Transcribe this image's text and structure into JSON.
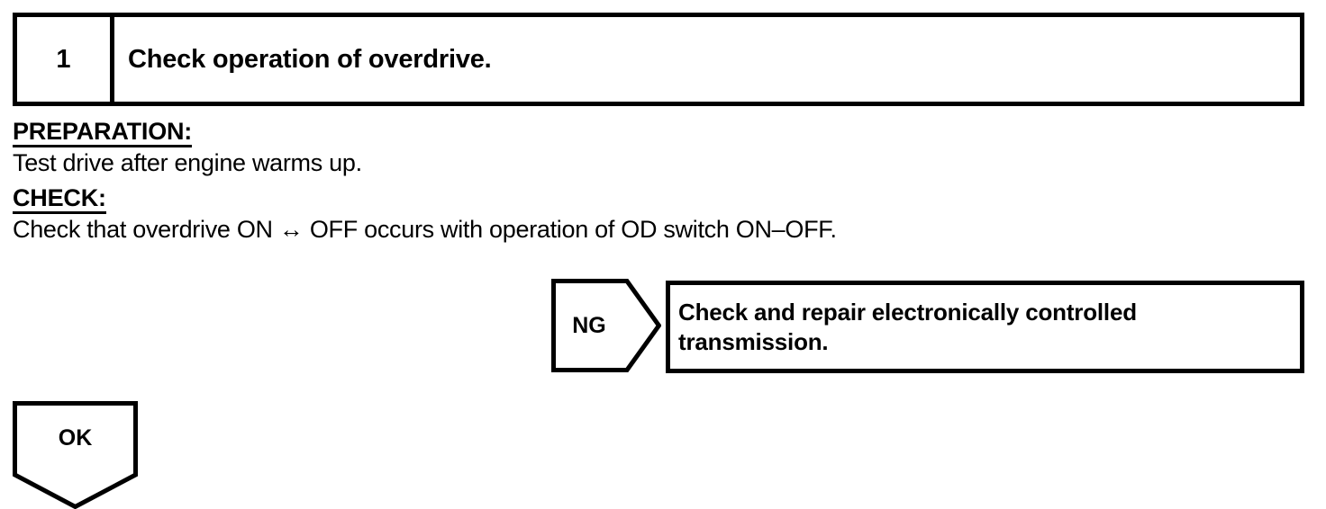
{
  "step": {
    "number": "1",
    "title": "Check operation of overdrive."
  },
  "procedure": {
    "preparation_label": "PREPARATION:",
    "preparation_text": "Test drive after engine warms up.",
    "check_label": "CHECK:",
    "check_text": "Check that overdrive ON ↔ OFF occurs with operation of OD switch ON–OFF."
  },
  "branches": {
    "ng": {
      "label": "NG",
      "result_line_1": "Check and repair electronically controlled",
      "result_line_2": "transmission."
    },
    "ok": {
      "label": "OK"
    }
  },
  "colors": {
    "ink": "#000000",
    "paper": "#ffffff"
  }
}
